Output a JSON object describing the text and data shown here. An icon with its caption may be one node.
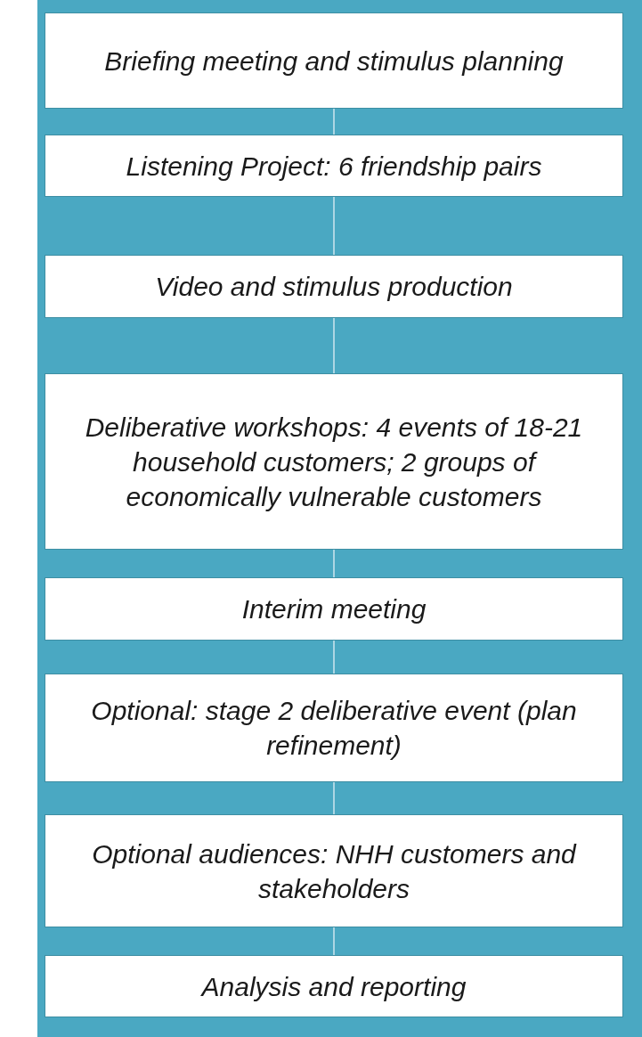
{
  "diagram": {
    "nodes": [
      {
        "text": [
          "Briefing meeting and stimulus planning"
        ]
      },
      {
        "text": [
          "Listening Project: 6 friendship pairs"
        ]
      },
      {
        "text": [
          "Video and stimulus production"
        ]
      },
      {
        "text": [
          "Deliberative workshops: 4 events of 18-21 household customers; 2 groups of economically vulnerable customers"
        ]
      },
      {
        "text": [
          "Interim meeting"
        ]
      },
      {
        "text": [
          "Optional: stage 2 deliberative event (plan refinement)"
        ]
      },
      {
        "text": [
          "Optional audiences: NHH customers and stakeholders"
        ]
      },
      {
        "text": [
          "Analysis and reporting"
        ]
      }
    ],
    "edges": [
      {
        "from": 0,
        "to": 1,
        "arrow": "none"
      },
      {
        "from": 1,
        "to": 2,
        "arrow": "none"
      },
      {
        "from": 2,
        "to": 3,
        "arrow": "none"
      },
      {
        "from": 3,
        "to": 4,
        "arrow": "none"
      },
      {
        "from": 4,
        "to": 5,
        "arrow": "none"
      },
      {
        "from": 5,
        "to": 6,
        "arrow": "none"
      },
      {
        "from": 6,
        "to": 7,
        "arrow": "none"
      }
    ]
  }
}
